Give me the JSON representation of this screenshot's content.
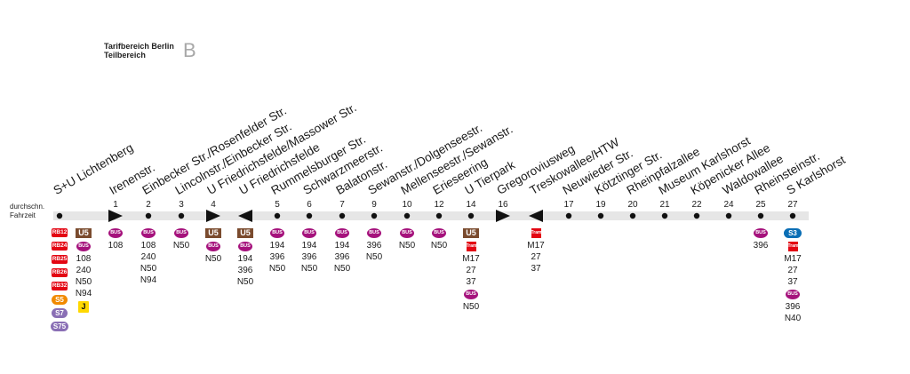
{
  "zone": {
    "line1": "Tarifbereich Berlin",
    "line2": "Teilbereich",
    "letter": "B"
  },
  "avg_label": {
    "line1": "durchschn.",
    "line2": "Fahrzeit"
  },
  "colors": {
    "track": "#e6e6e6",
    "rb": "#e30613",
    "u5": "#7a4b2e",
    "bus": "#a5127c",
    "tram": "#e30613",
    "s5": "#f18a00",
    "s7": "#8a6fb5",
    "s3": "#0a6eb5",
    "j": "#ffd800"
  },
  "stops": [
    {
      "name": "S+U Lichtenberg",
      "minute": "",
      "marker": "dot",
      "connections": [
        {
          "type": "badge",
          "cls": "b-rb",
          "text": "RB12"
        },
        {
          "type": "badge",
          "cls": "b-rb",
          "text": "RB24"
        },
        {
          "type": "badge",
          "cls": "b-rb",
          "text": "RB25"
        },
        {
          "type": "badge",
          "cls": "b-rb",
          "text": "RB26"
        },
        {
          "type": "badge",
          "cls": "b-rb",
          "text": "RB32"
        },
        {
          "type": "badge",
          "cls": "b-s5",
          "text": "S5"
        },
        {
          "type": "badge",
          "cls": "b-s7",
          "text": "S7"
        },
        {
          "type": "badge",
          "cls": "b-s75",
          "text": "S75"
        }
      ],
      "connections2": [
        {
          "type": "badge",
          "cls": "b-u5",
          "text": "U5"
        },
        {
          "type": "badge",
          "cls": "b-bus",
          "text": "BUS"
        },
        {
          "type": "text",
          "text": "108"
        },
        {
          "type": "text",
          "text": "240"
        },
        {
          "type": "text",
          "text": "N50"
        },
        {
          "type": "text",
          "text": "N94"
        },
        {
          "type": "badge",
          "cls": "b-j",
          "text": "J"
        }
      ]
    },
    {
      "name": "Irenenstr.",
      "minute": "1",
      "marker": "right",
      "connections": [
        {
          "type": "badge",
          "cls": "b-bus",
          "text": "BUS"
        },
        {
          "type": "text",
          "text": "108"
        }
      ]
    },
    {
      "name": "Einbecker Str./Rosenfelder Str.",
      "minute": "2",
      "marker": "dot",
      "connections": [
        {
          "type": "badge",
          "cls": "b-bus",
          "text": "BUS"
        },
        {
          "type": "text",
          "text": "108"
        },
        {
          "type": "text",
          "text": "240"
        },
        {
          "type": "text",
          "text": "N50"
        },
        {
          "type": "text",
          "text": "N94"
        }
      ]
    },
    {
      "name": "Lincolnstr./Einbecker Str.",
      "minute": "3",
      "marker": "dot",
      "connections": [
        {
          "type": "badge",
          "cls": "b-bus",
          "text": "BUS"
        },
        {
          "type": "text",
          "text": "N50"
        }
      ]
    },
    {
      "name": "U Friedrichsfelde/Massower Str.",
      "minute": "4",
      "marker": "right",
      "connections": [
        {
          "type": "badge",
          "cls": "b-u5",
          "text": "U5"
        },
        {
          "type": "badge",
          "cls": "b-bus",
          "text": "BUS"
        },
        {
          "type": "text",
          "text": "N50"
        }
      ]
    },
    {
      "name": "U Friedrichsfelde",
      "minute": "",
      "marker": "left",
      "connections": [
        {
          "type": "badge",
          "cls": "b-u5",
          "text": "U5"
        },
        {
          "type": "badge",
          "cls": "b-bus",
          "text": "BUS"
        },
        {
          "type": "text",
          "text": "194"
        },
        {
          "type": "text",
          "text": "396"
        },
        {
          "type": "text",
          "text": "N50"
        }
      ]
    },
    {
      "name": "Rummelsburger Str.",
      "minute": "5",
      "marker": "dot",
      "connections": [
        {
          "type": "badge",
          "cls": "b-bus",
          "text": "BUS"
        },
        {
          "type": "text",
          "text": "194"
        },
        {
          "type": "text",
          "text": "396"
        },
        {
          "type": "text",
          "text": "N50"
        }
      ]
    },
    {
      "name": "Schwarzmeerstr.",
      "minute": "6",
      "marker": "dot",
      "connections": [
        {
          "type": "badge",
          "cls": "b-bus",
          "text": "BUS"
        },
        {
          "type": "text",
          "text": "194"
        },
        {
          "type": "text",
          "text": "396"
        },
        {
          "type": "text",
          "text": "N50"
        }
      ]
    },
    {
      "name": "Balatonstr.",
      "minute": "7",
      "marker": "dot",
      "connections": [
        {
          "type": "badge",
          "cls": "b-bus",
          "text": "BUS"
        },
        {
          "type": "text",
          "text": "194"
        },
        {
          "type": "text",
          "text": "396"
        },
        {
          "type": "text",
          "text": "N50"
        }
      ]
    },
    {
      "name": "Sewanstr./Dolgenseestr.",
      "minute": "9",
      "marker": "dot",
      "connections": [
        {
          "type": "badge",
          "cls": "b-bus",
          "text": "BUS"
        },
        {
          "type": "text",
          "text": "396"
        },
        {
          "type": "text",
          "text": "N50"
        }
      ]
    },
    {
      "name": "Mellenseestr./Sewanstr.",
      "minute": "10",
      "marker": "dot",
      "connections": [
        {
          "type": "badge",
          "cls": "b-bus",
          "text": "BUS"
        },
        {
          "type": "text",
          "text": "N50"
        }
      ]
    },
    {
      "name": "Erieseering",
      "minute": "12",
      "marker": "dot",
      "connections": [
        {
          "type": "badge",
          "cls": "b-bus",
          "text": "BUS"
        },
        {
          "type": "text",
          "text": "N50"
        }
      ]
    },
    {
      "name": "U Tierpark",
      "minute": "14",
      "marker": "dot",
      "connections": [
        {
          "type": "badge",
          "cls": "b-u5",
          "text": "U5"
        },
        {
          "type": "badge",
          "cls": "b-tram",
          "text": "Tram"
        },
        {
          "type": "text",
          "text": "M17"
        },
        {
          "type": "text",
          "text": "27"
        },
        {
          "type": "text",
          "text": "37"
        },
        {
          "type": "badge",
          "cls": "b-bus",
          "text": "BUS"
        },
        {
          "type": "text",
          "text": "N50"
        }
      ]
    },
    {
      "name": "Gregoroviusweg",
      "minute": "16",
      "marker": "right",
      "connections": []
    },
    {
      "name": "Treskowallee/HTW",
      "minute": "",
      "marker": "left",
      "connections": [
        {
          "type": "badge",
          "cls": "b-tram",
          "text": "Tram"
        },
        {
          "type": "text",
          "text": "M17"
        },
        {
          "type": "text",
          "text": "27"
        },
        {
          "type": "text",
          "text": "37"
        }
      ]
    },
    {
      "name": "Neuwieder Str.",
      "minute": "17",
      "marker": "dot",
      "connections": []
    },
    {
      "name": "Kötztinger Str.",
      "minute": "19",
      "marker": "dot",
      "connections": []
    },
    {
      "name": "Rheinpfalzallee",
      "minute": "20",
      "marker": "dot",
      "connections": []
    },
    {
      "name": "Museum Karlshorst",
      "minute": "21",
      "marker": "dot",
      "connections": []
    },
    {
      "name": "Köpenicker Allee",
      "minute": "22",
      "marker": "dot",
      "connections": []
    },
    {
      "name": "Waldowallee",
      "minute": "24",
      "marker": "dot",
      "connections": []
    },
    {
      "name": "Rheinsteinstr.",
      "minute": "25",
      "marker": "dot",
      "connections": [
        {
          "type": "badge",
          "cls": "b-bus",
          "text": "BUS"
        },
        {
          "type": "text",
          "text": "396"
        }
      ]
    },
    {
      "name": "S Karlshorst",
      "minute": "27",
      "marker": "dot",
      "connections": [
        {
          "type": "badge",
          "cls": "b-s3",
          "text": "S3"
        },
        {
          "type": "badge",
          "cls": "b-tram",
          "text": "Tram"
        },
        {
          "type": "text",
          "text": "M17"
        },
        {
          "type": "text",
          "text": "27"
        },
        {
          "type": "text",
          "text": "37"
        },
        {
          "type": "badge",
          "cls": "b-bus",
          "text": "BUS"
        },
        {
          "type": "text",
          "text": "396"
        },
        {
          "type": "text",
          "text": "N40"
        }
      ]
    }
  ]
}
